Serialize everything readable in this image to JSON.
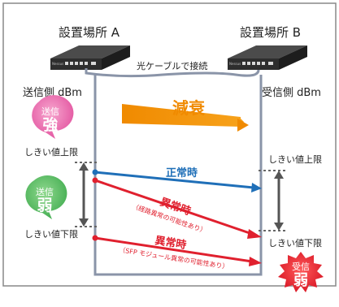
{
  "locations": {
    "a": "設置場所 A",
    "b": "設置場所 B"
  },
  "cable_label": "光ケーブルで接続",
  "device_brand": "Nessus",
  "sides": {
    "send": "送信側 dBm",
    "receive": "受信側 dBm"
  },
  "attenuation": "減衰",
  "threshold": {
    "upper": "しきい値上限",
    "lower": "しきい値下限"
  },
  "bubbles": {
    "send_strong": {
      "top": "送信",
      "bottom": "強"
    },
    "send_weak": {
      "top": "送信",
      "bottom": "弱"
    },
    "recv_weak": {
      "top": "受信",
      "bottom": "弱"
    }
  },
  "cases": {
    "normal": {
      "label": "正常時"
    },
    "abnormal_path": {
      "label": "異常時",
      "note": "（経路異常の可能性あり）"
    },
    "abnormal_sfp": {
      "label": "異常時",
      "note": "（SFP モジュール異常の可能性あり）"
    }
  },
  "colors": {
    "normal": "#1f6fb8",
    "abnormal": "#e0202e",
    "attenuation": "#f08a00",
    "strong_bubble": "#e04a9a",
    "weak_bubble": "#3aa84a",
    "axis": "#8a94a8"
  }
}
